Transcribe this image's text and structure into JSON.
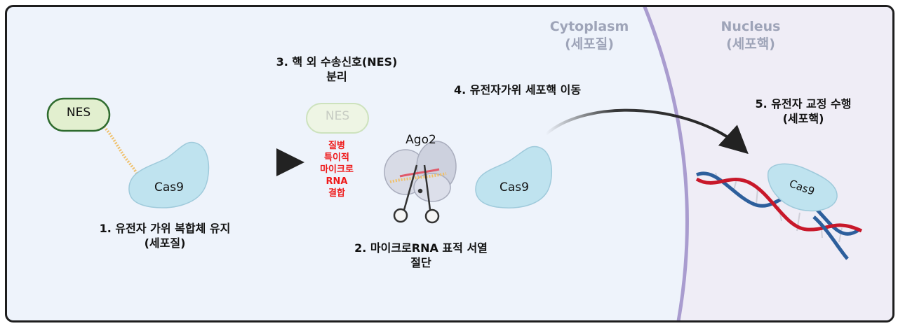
{
  "regions": {
    "cytoplasm": {
      "line1": "Cytoplasm",
      "line2": "(세포질)"
    },
    "nucleus": {
      "line1": "Nucleus",
      "line2": "(세포핵)"
    }
  },
  "steps": {
    "step1": {
      "line1": "1. 유전자 가위 복합체 유지",
      "line2": "(세포질)"
    },
    "step2": {
      "line1": "2. 마이크로RNA 표적 서열",
      "line2": "절단"
    },
    "step3": {
      "line1": "3. 핵 외 수송신호(NES)",
      "line2": "분리"
    },
    "step4": {
      "line1": "4. 유전자가위 세포핵 이동"
    },
    "step5": {
      "line1": "5. 유전자 교정 수행",
      "line2": "(세포핵)"
    }
  },
  "mirna_label": [
    "질병",
    "특이적",
    "마이크로",
    "RNA",
    "결합"
  ],
  "molecules": {
    "nes_label": "NES",
    "nes_faded_label": "NES",
    "cas9_label_1": "Cas9",
    "cas9_label_2": "Cas9",
    "cas9_label_3": "Cas9",
    "ago2_label": "Ago2"
  },
  "colors": {
    "nes_fill": "#e2efcf",
    "nes_stroke": "#2e6b2e",
    "cas9_fill": "#bfe3ef",
    "membrane": "#a99ccf",
    "nucleus_bg": "#efedf6",
    "cytoplasm_bg": "#eef3fb",
    "dna_red": "#c8182a",
    "dna_blue": "#2d5f9c",
    "highlight_red": "#ef1a1a"
  },
  "icons": [
    "scissors-icon",
    "ago2-protein-icon",
    "dna-helix-icon",
    "arrow-icon"
  ]
}
